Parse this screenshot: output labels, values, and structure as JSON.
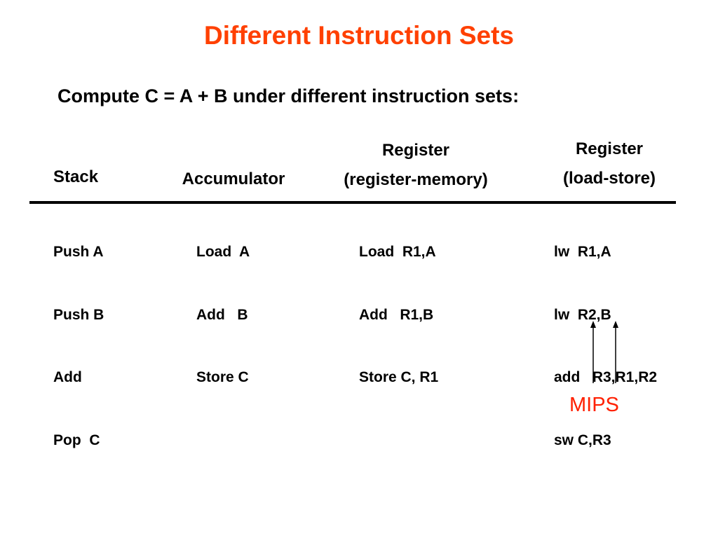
{
  "slide": {
    "title": "Different Instruction Sets",
    "subtitle": "Compute C = A + B under different instruction sets:"
  },
  "columns": {
    "stack": {
      "heading": [
        "Stack"
      ],
      "instructions": [
        "Push A",
        "Push B",
        "Add",
        "Pop  C"
      ]
    },
    "accumulator": {
      "heading": [
        "Accumulator"
      ],
      "instructions": [
        "Load  A",
        "Add   B",
        "Store C"
      ]
    },
    "register_memory": {
      "heading": [
        "Register",
        "(register-memory)"
      ],
      "instructions": [
        "Load  R1,A",
        "Add   R1,B",
        "Store C, R1"
      ]
    },
    "load_store": {
      "heading": [
        "Register",
        "(load-store)"
      ],
      "instructions": [
        "lw  R1,A",
        "lw  R2,B",
        "add   R3,R1,R2",
        "sw C,R3"
      ]
    }
  },
  "annotation": {
    "label": "MIPS",
    "color": "#ff2000",
    "icon": "up-arrow-icon"
  },
  "colors": {
    "title": "#ff4000",
    "text": "#000000",
    "background": "#ffffff"
  }
}
